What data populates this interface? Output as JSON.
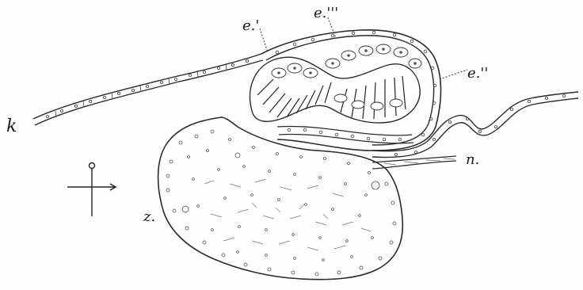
{
  "labels": {
    "k": "k",
    "e1": "e.'",
    "e3": "e.'''",
    "e2": "e.''",
    "n": "n.",
    "z": "z."
  },
  "colors": {
    "ink": "#2a2a2a",
    "paper": "#fefefe"
  },
  "icons": {
    "orientation": "crosshair-orientation-icon"
  }
}
